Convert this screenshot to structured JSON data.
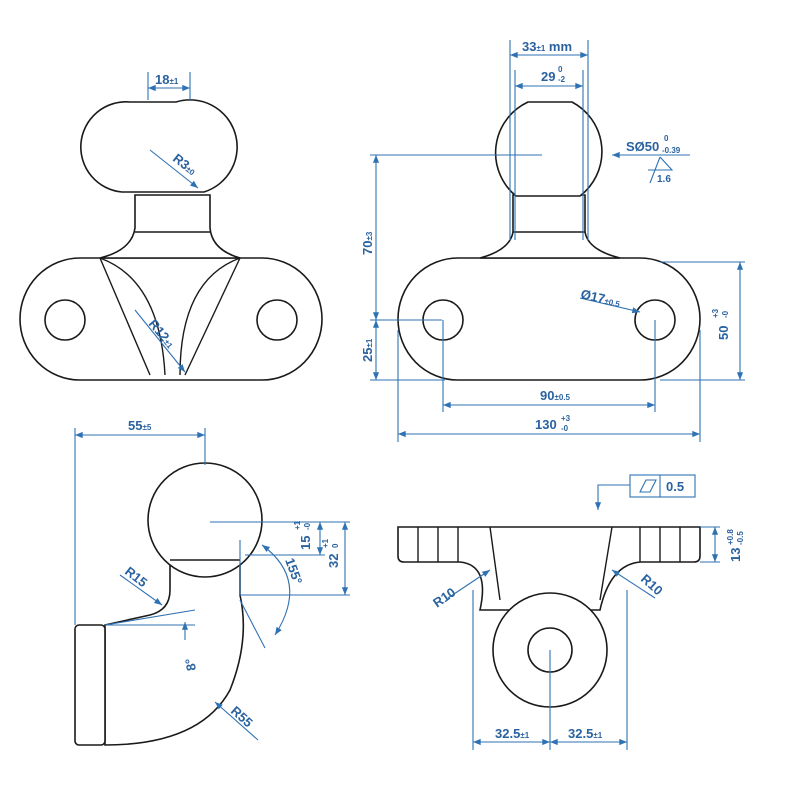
{
  "title": "Tow ball dimension drawing",
  "colors": {
    "dimension": "#2a62a0",
    "outline": "#1a1a1a"
  },
  "labels": {
    "ball_width": {
      "main": "18",
      "tol": "±1"
    },
    "r3": {
      "main": "R3",
      "tol": "±0"
    },
    "r12": {
      "main": "R12",
      "tol": "±1"
    },
    "neck_width": {
      "main": "33",
      "tol": "±1",
      "unit": " mm"
    },
    "neck_inner": {
      "main": "29",
      "up": "0",
      "low": "-2"
    },
    "sphere": {
      "main": "SØ50",
      "up": "0",
      "low": "-0.39"
    },
    "roughness": "1.6",
    "height70": {
      "main": "70",
      "tol": "±3"
    },
    "height25": {
      "main": "25",
      "tol": "±1"
    },
    "hole": {
      "main": "Ø17",
      "tol": "±0.5"
    },
    "width50": {
      "main": "50",
      "up": "+3",
      "low": "-0"
    },
    "spacing90": {
      "main": "90",
      "tol": "±0.5"
    },
    "length130": {
      "main": "130",
      "up": "+3",
      "low": "-0"
    },
    "offset55": {
      "main": "55",
      "tol": "±5"
    },
    "h15": {
      "main": "15",
      "up": "+1",
      "low": "-0"
    },
    "h32": {
      "main": "32",
      "up": "+1",
      "low": "0"
    },
    "angle155": "155°",
    "r15": "R15",
    "angle8": "8°",
    "r55": "R55",
    "r10_left": "R10",
    "r10_right": "R10",
    "flatness": "0.5",
    "thick13": {
      "main": "13",
      "up": "+0.8",
      "low": "-0.5"
    },
    "half_left": {
      "main": "32.5",
      "tol": "±1"
    },
    "half_right": {
      "main": "32.5",
      "tol": "±1"
    }
  }
}
